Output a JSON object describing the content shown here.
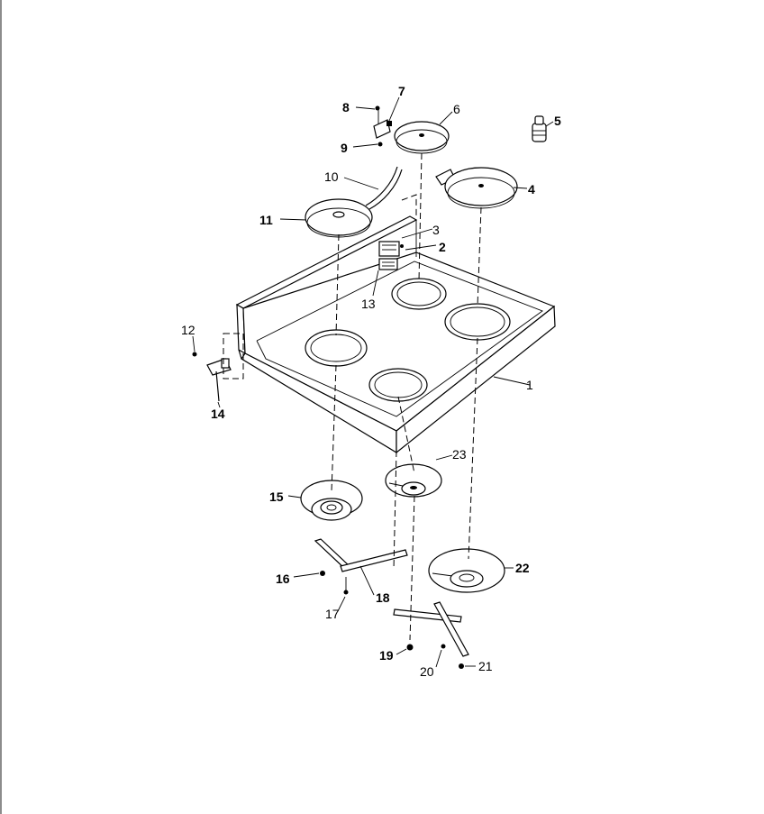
{
  "labels": {
    "p1": "1",
    "p2": "2",
    "p3": "3",
    "p4": "4",
    "p5": "5",
    "p6": "6",
    "p7": "7",
    "p8": "8",
    "p9": "9",
    "p10": "10",
    "p11": "11",
    "p12": "12",
    "p13": "13",
    "p14": "14",
    "p15": "15",
    "p16": "16",
    "p17": "17",
    "p18": "18",
    "p19": "19",
    "p20": "20",
    "p21": "21",
    "p22": "22",
    "p23": "23"
  }
}
